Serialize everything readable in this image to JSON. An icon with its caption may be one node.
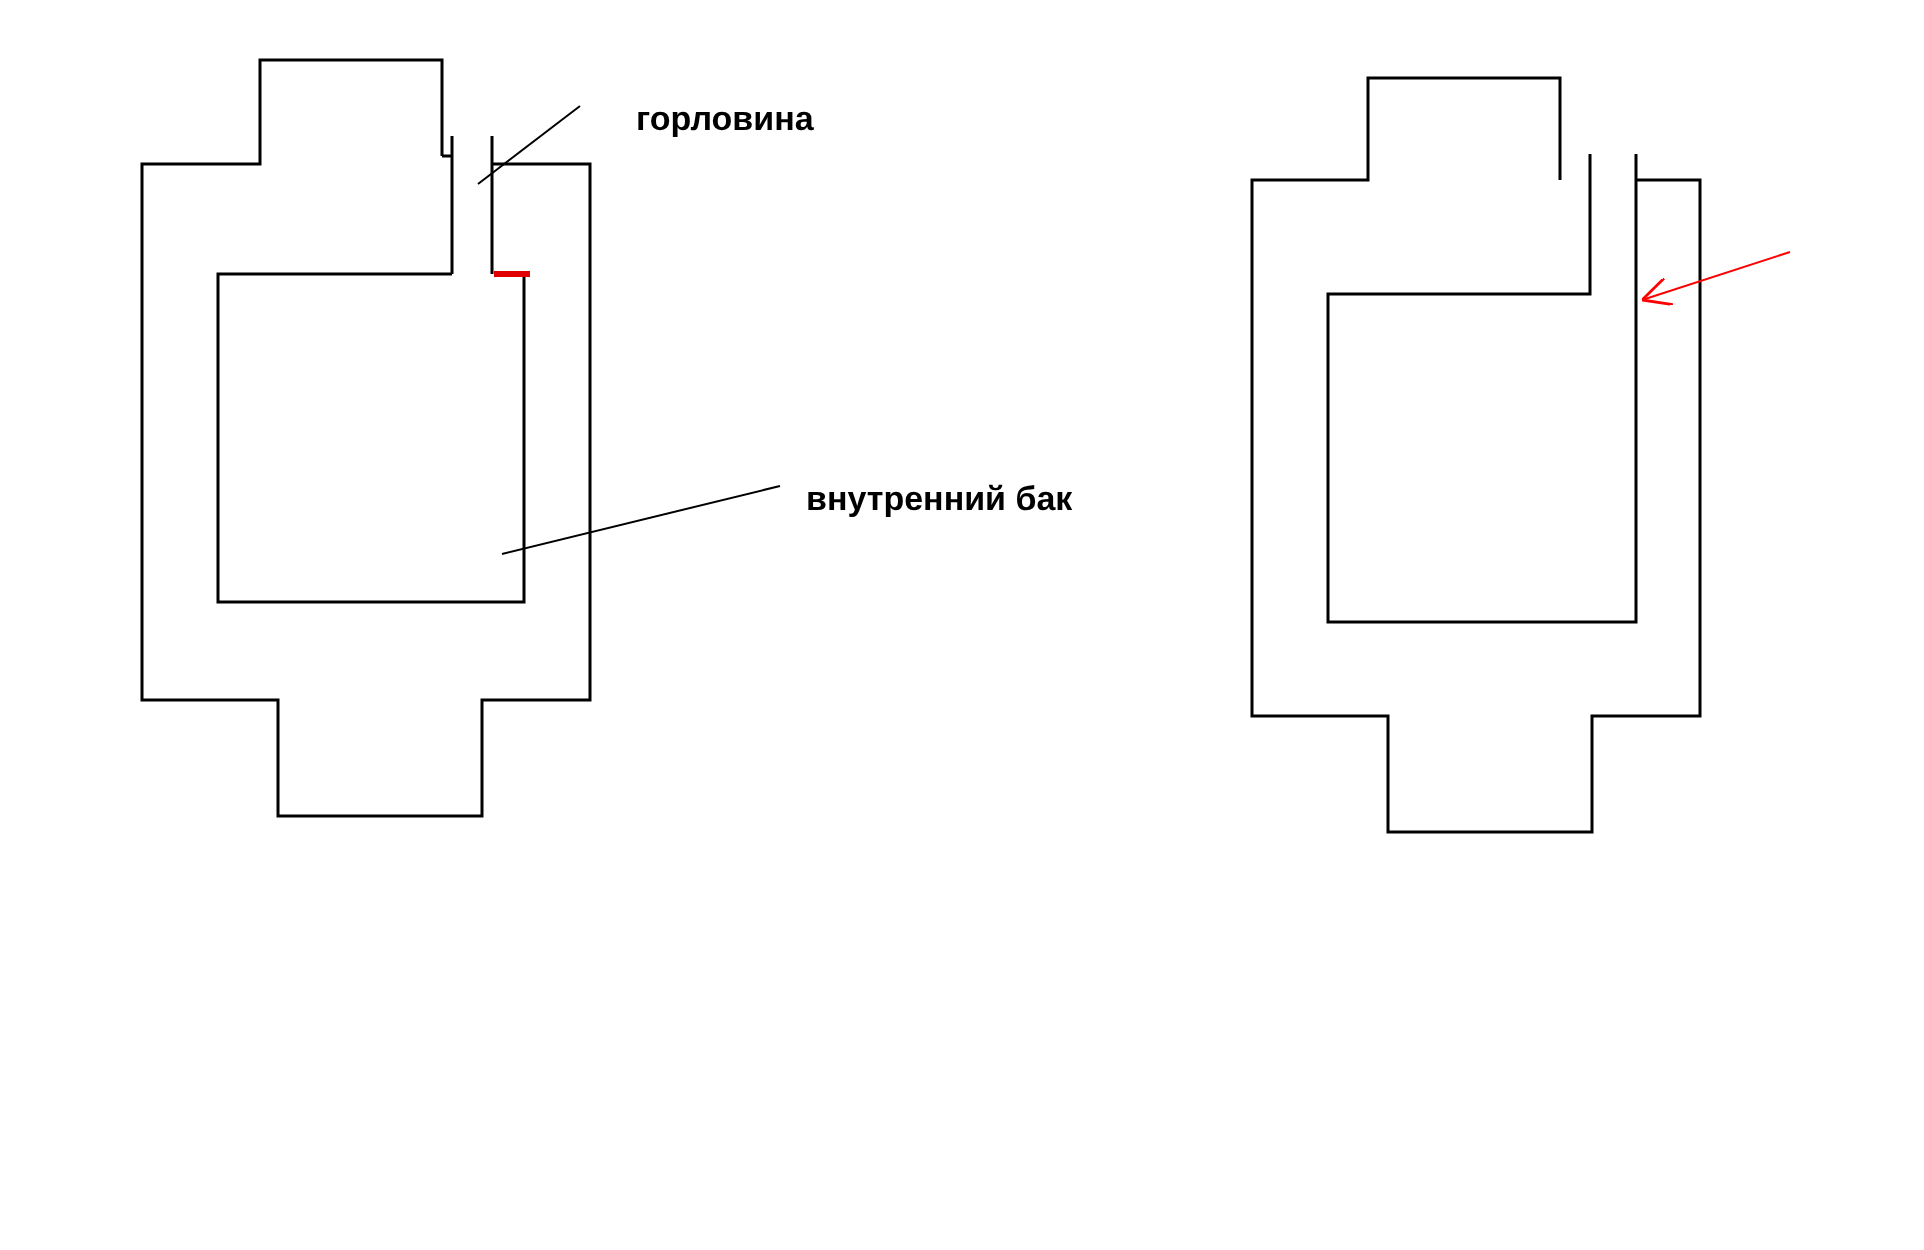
{
  "diagram": {
    "nodes": [
      {
        "text": [
          "горловина"
        ]
      },
      {
        "text": [
          "внутренний бак"
        ]
      },
      {
        "text": [],
        "shape": "picture"
      },
      {
        "text": [],
        "shape": "picture"
      },
      {
        "text": [],
        "shape": "picture"
      }
    ],
    "edges": [
      {
        "from": 0,
        "to": 2,
        "arrow": "none"
      },
      {
        "from": 1,
        "to": 3,
        "arrow": "none"
      },
      {
        "from": null,
        "to": 4,
        "arrow": "to",
        "color": "#ff0000"
      }
    ]
  }
}
